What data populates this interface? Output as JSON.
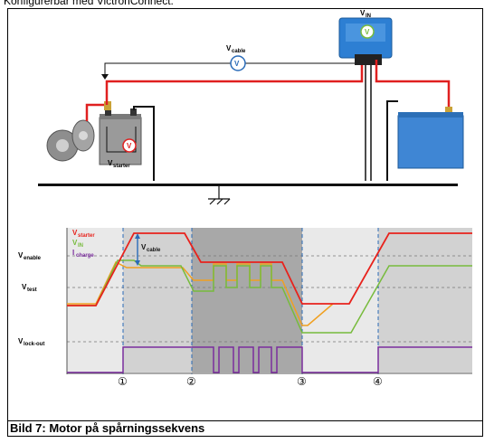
{
  "header": {
    "cut_text": "Konfigurerbar med VictronConnect."
  },
  "caption": "Bild 7: Motor på spårningssekvens",
  "circuit": {
    "vcable_label": "V",
    "vcable_sub": "cable",
    "vin_label": "V",
    "vin_sub": "IN",
    "vstarter_label": "V",
    "vstarter_sub": "starter",
    "meter_v": "V"
  },
  "timing": {
    "labels": {
      "vstarter": "V",
      "vstarter_sub": "starter",
      "vin": "V",
      "vin_sub": "IN",
      "icharge": "I",
      "icharge_sub": "charge",
      "venable": "V",
      "venable_sub": "enable",
      "vtest": "V",
      "vtest_sub": "test",
      "vlockout": "V",
      "vlockout_sub": "lock-out",
      "vcable": "V",
      "vcable_sub": "cable"
    },
    "markers": [
      "①",
      "②",
      "③",
      "④"
    ],
    "colors": {
      "vstarter": "#e8221c",
      "vin": "#77bb3c",
      "icharge": "#f0a020",
      "enable": "#7b2d9e",
      "blue": "#2a6bb8"
    }
  }
}
